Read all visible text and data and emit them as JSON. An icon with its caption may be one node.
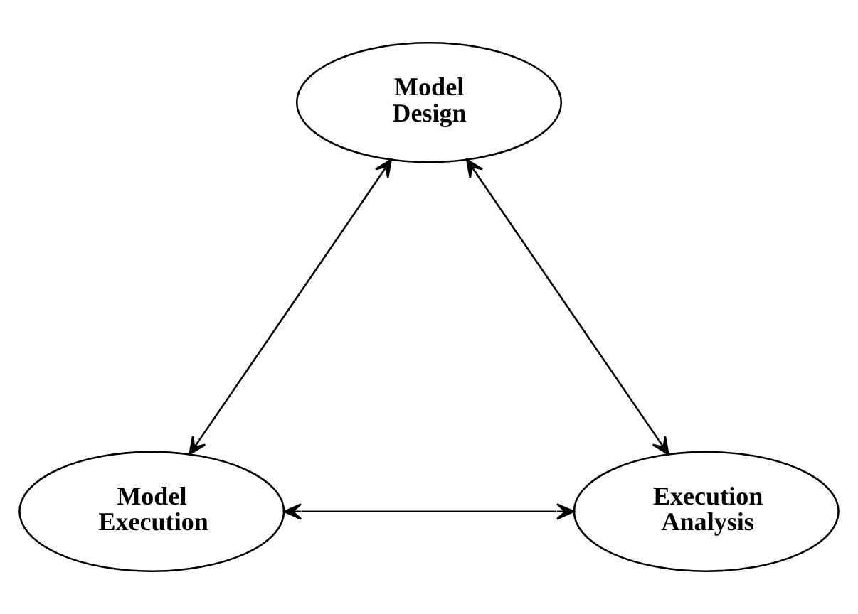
{
  "diagram": {
    "nodes": [
      {
        "text": [
          "Model Design"
        ]
      },
      {
        "text": [
          "Model Execution"
        ]
      },
      {
        "text": [
          "Execution Analysis"
        ]
      }
    ],
    "edges": [
      {
        "from": 0,
        "to": 1,
        "arrow": "both"
      },
      {
        "from": 0,
        "to": 2,
        "arrow": "both"
      },
      {
        "from": 1,
        "to": 2,
        "arrow": "both"
      }
    ]
  }
}
